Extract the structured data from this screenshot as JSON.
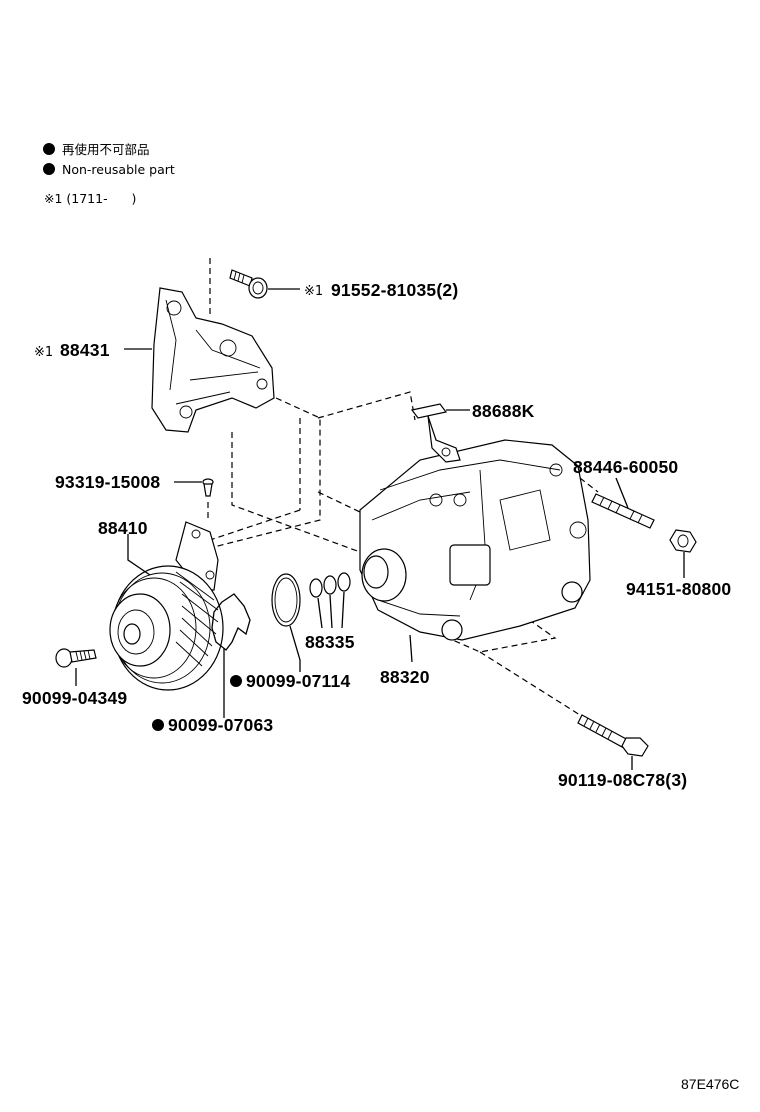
{
  "legend": {
    "items": [
      {
        "text": "再使用不可部品"
      },
      {
        "text": "Non-reusable part"
      }
    ],
    "note": "※1 (1711-      )"
  },
  "labels": {
    "bracket_bolt": "91552-81035(2)",
    "bracket": "88431",
    "harness_clamp": "88688K",
    "stud_bolt": "88446-60050",
    "screw": "93319-15008",
    "clutch_pulley": "88410",
    "nut": "94151-80800",
    "shim_set": "88335",
    "compressor": "88320",
    "pulley_bolt": "90099-04349",
    "snap_ring_small": "90099-07114",
    "snap_ring_large": "90099-07063",
    "mount_bolt": "90119-08C78(3)"
  },
  "marks": {
    "ref1": "※1"
  },
  "diagram_id": "87E476C",
  "colors": {
    "ink": "#000000",
    "paper": "#ffffff"
  }
}
